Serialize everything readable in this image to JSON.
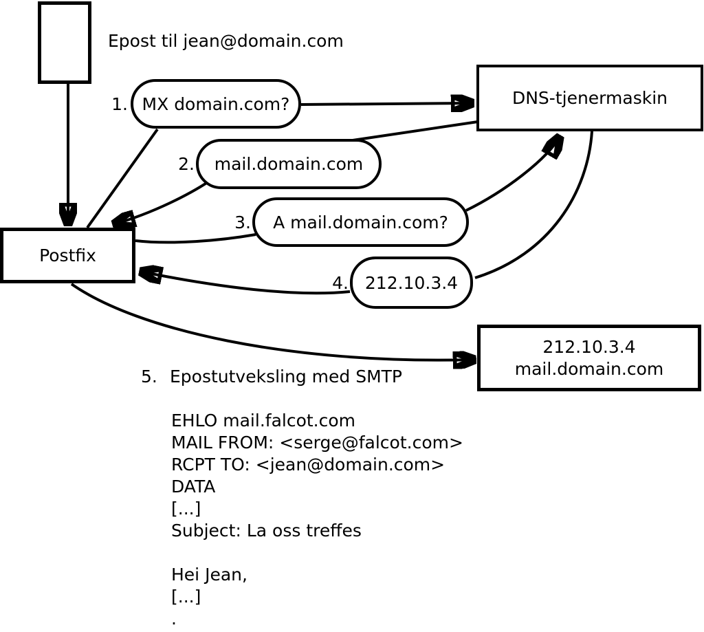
{
  "note": "Epost til jean@domain.com",
  "nodes": {
    "postfix": "Postfix",
    "dns": "DNS-tjenermaskin",
    "mailserver_ip": "212.10.3.4",
    "mailserver_host": "mail.domain.com"
  },
  "steps": [
    {
      "num": "1.",
      "text": "MX domain.com?"
    },
    {
      "num": "2.",
      "text": "mail.domain.com"
    },
    {
      "num": "3.",
      "text": "A mail.domain.com?"
    },
    {
      "num": "4.",
      "text": "212.10.3.4"
    },
    {
      "num": "5.",
      "text": "Epostutveksling med SMTP"
    }
  ],
  "smtp_session": [
    "EHLO mail.falcot.com",
    "MAIL FROM: <serge@falcot.com>",
    "RCPT TO: <jean@domain.com>",
    "DATA",
    "[...]",
    "Subject: La oss treffes",
    "",
    "Hei Jean,",
    "[...]",
    "."
  ],
  "colors": {
    "ink": "#000000",
    "paper": "#ffffff"
  }
}
